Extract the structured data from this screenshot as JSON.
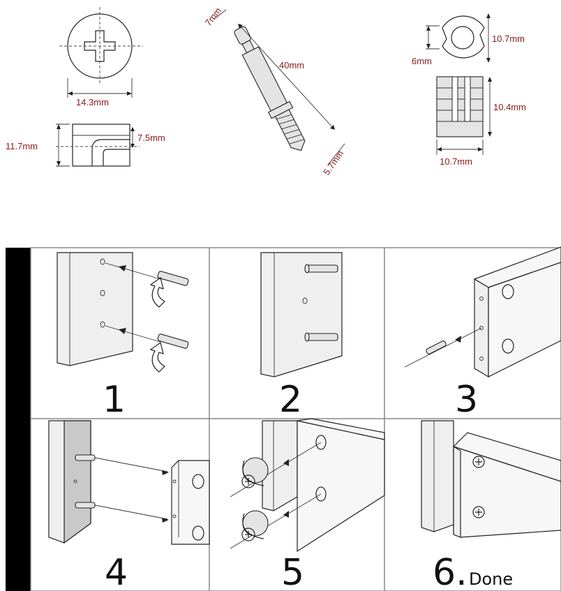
{
  "dimensions": {
    "cam_diameter": "14.3mm",
    "cam_height": "11.7mm",
    "cam_slot": "7.5mm",
    "dowel_head": "7mm",
    "dowel_length": "40mm",
    "dowel_thread": "5.7mm",
    "insert_width": "10.7mm",
    "insert_hole": "6mm",
    "insert_height": "10.4mm",
    "insert_base": "10.7mm"
  },
  "steps": [
    {
      "number": "1"
    },
    {
      "number": "2"
    },
    {
      "number": "3"
    },
    {
      "number": "4"
    },
    {
      "number": "5"
    },
    {
      "number": "6.",
      "suffix": "Done"
    }
  ]
}
